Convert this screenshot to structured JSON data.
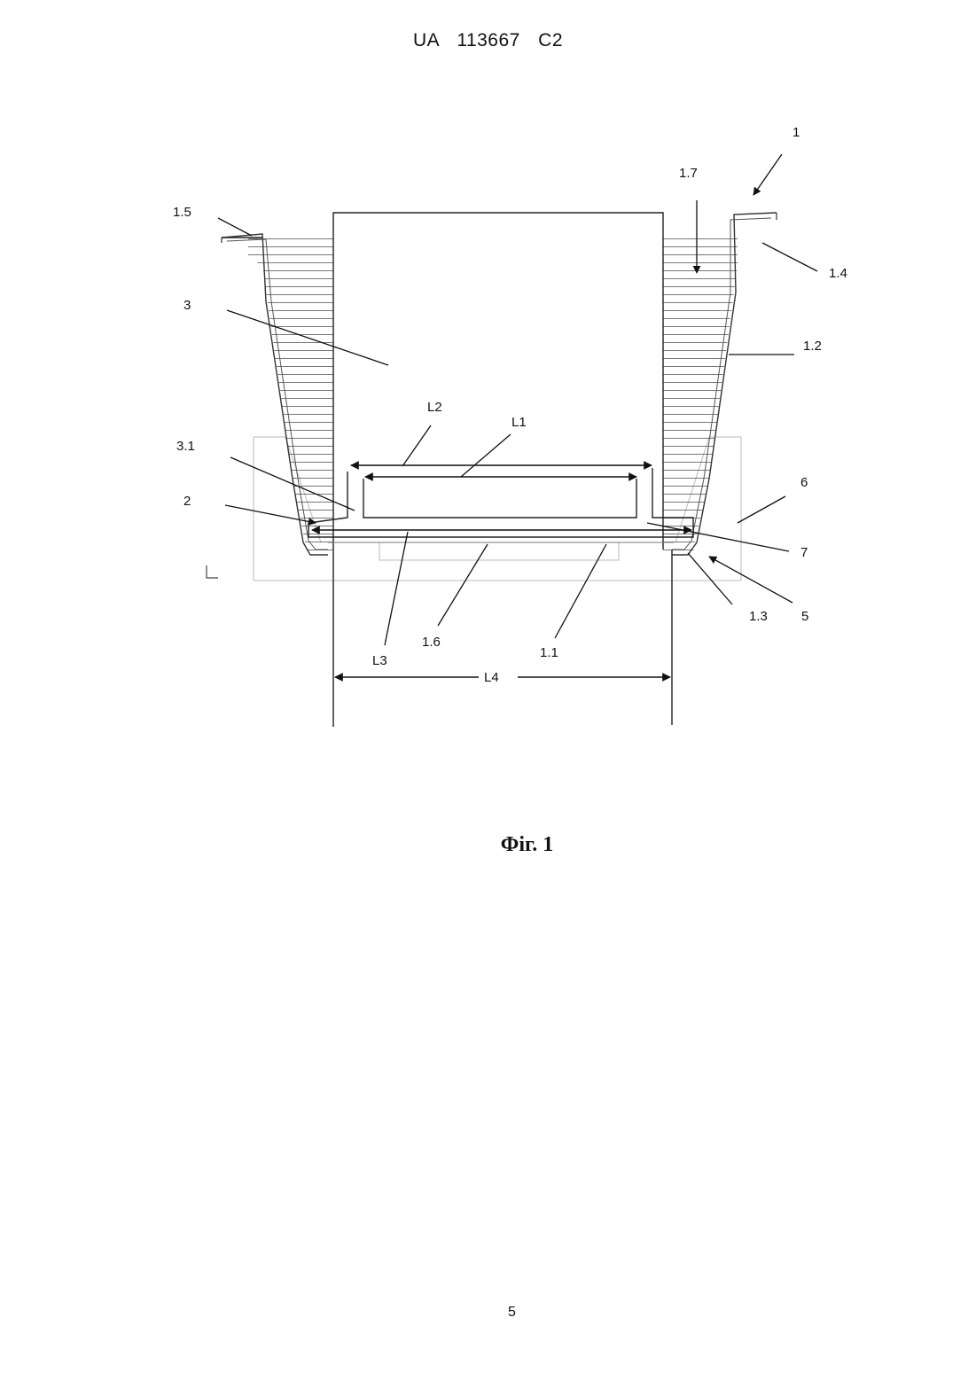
{
  "header": {
    "patent": "UA 113667 C2"
  },
  "figure": {
    "caption": "Фіг. 1",
    "labels": {
      "l1": "1",
      "l17": "1.7",
      "l15": "1.5",
      "l14": "1.4",
      "l3": "3",
      "l12": "1.2",
      "lL2": "L2",
      "lL1": "L1",
      "l31": "3.1",
      "l6": "6",
      "l2": "2",
      "l7": "7",
      "l13": "1.3",
      "l5": "5",
      "l16": "1.6",
      "l11": "1.1",
      "lL3": "L3",
      "lL4": "L4"
    }
  },
  "footer": {
    "page": "5"
  }
}
